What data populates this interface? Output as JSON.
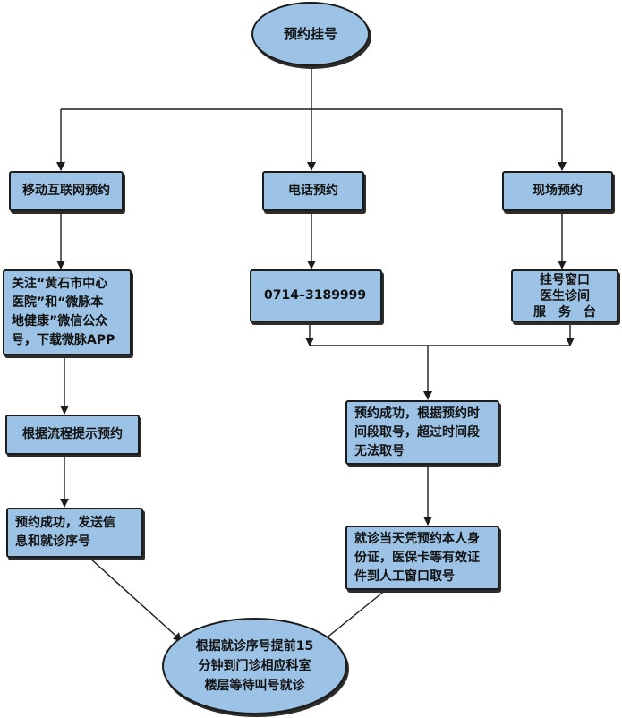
{
  "nodes": {
    "appointment_registration": "预约挂号",
    "mobile_internet": "移动互联网预约",
    "phone": "电话预约",
    "onsite": "现场预约",
    "wechat_instruction": "关注“黄石市中心\n医院”和“微脉本\n地健康”微信公众\n号，下载微脉APP",
    "phone_number": "0714–3189999",
    "onsite_desks": "挂号窗口\n医生诊间\n服　务　台",
    "follow_process": "根据流程提示预约",
    "success_send": "预约成功，发送信\n息和就诊序号",
    "success_time": "预约成功，根据预约时\n间段取号，超过时间段\n无法取号",
    "visit_day": "就诊当天凭预约本人身\n份证，医保卡等有效证\n件到人工窗口取号",
    "final": "根据就诊序号提前15\n分钟到门诊相应科室\n楼层等待叫号就诊"
  }
}
